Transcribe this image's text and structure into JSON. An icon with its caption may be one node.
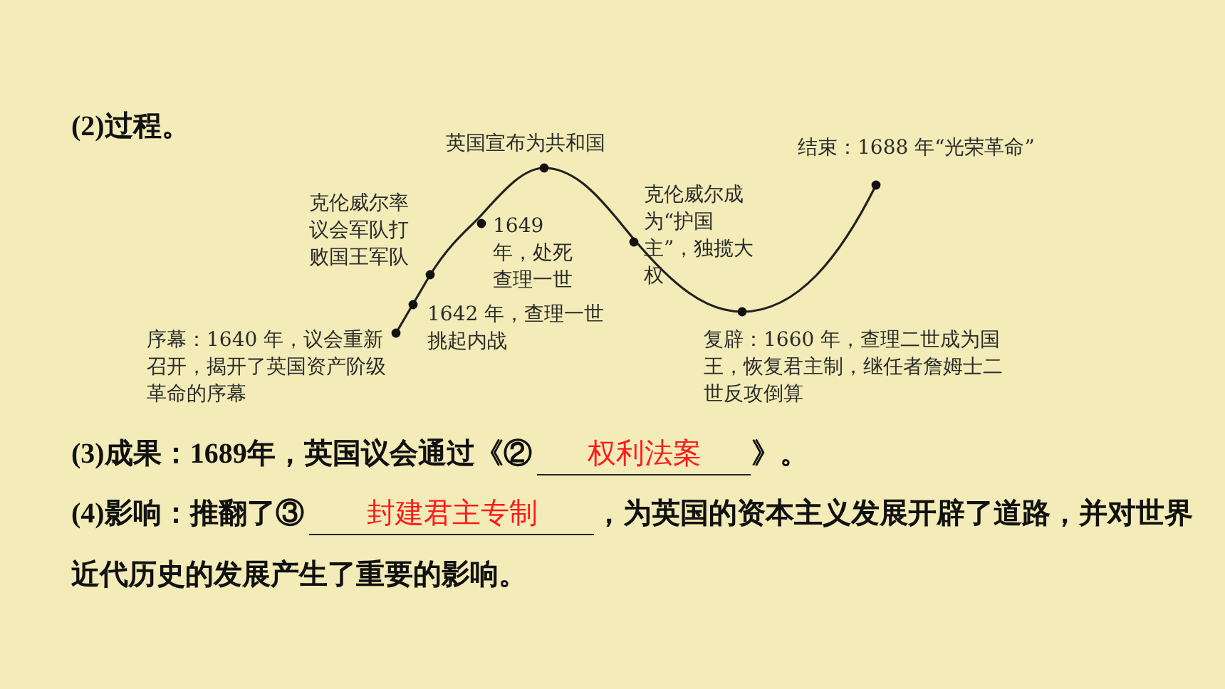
{
  "diagram": {
    "labels": [
      "(2)过程。",
      "英国宣布为共和国",
      "结束：1688 年“光荣革命”",
      "克伦威尔率议会军队打败国王军队",
      "1649 年，处死查理一世",
      "克伦威尔成为“护国主”，独揽大权",
      "1642 年，查理一世挑起内战",
      "序幕：1640 年，议会重新召开，揭开了英国资产阶级革命的序幕",
      "复辟：1660 年，查理二世成为国王，恢复君主制，继任者詹姆士二世反攻倒算",
      "(3)成果：1689年，英国议会通过《②",
      "权利法案",
      "》。",
      "(4)影响：推翻了③",
      "封建君主专制",
      "，为英国的资本主义发展开辟了道路，并对世界近代历史的发展产生了重要的影响。"
    ]
  }
}
